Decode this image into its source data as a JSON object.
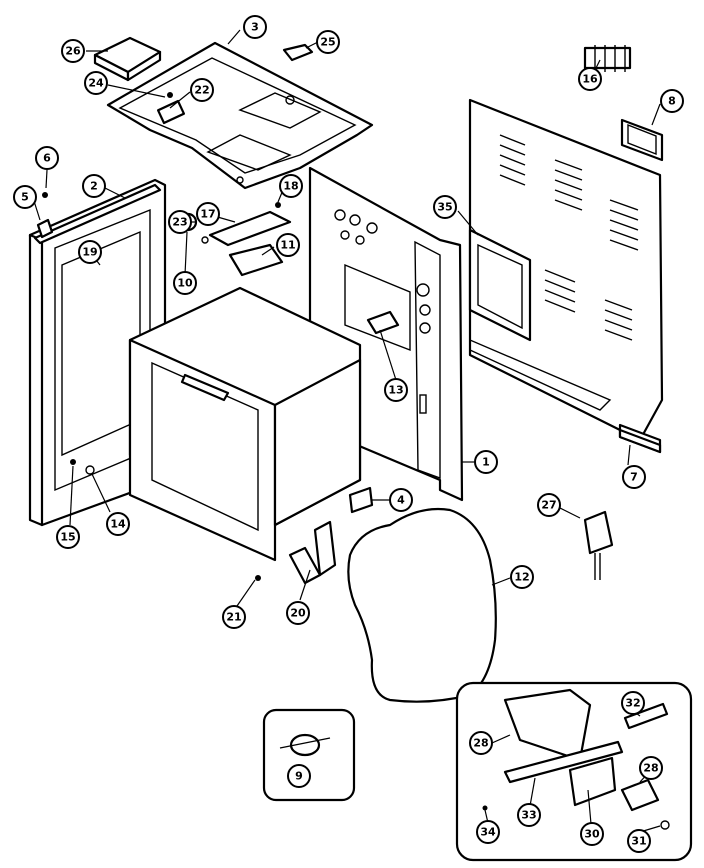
{
  "callouts": {
    "c1": "1",
    "c2": "2",
    "c3": "3",
    "c4": "4",
    "c5": "5",
    "c6": "6",
    "c7": "7",
    "c8": "8",
    "c9": "9",
    "c10": "10",
    "c11": "11",
    "c12": "12",
    "c13": "13",
    "c14": "14",
    "c15": "15",
    "c16": "16",
    "c17": "17",
    "c18": "18",
    "c19": "19",
    "c20": "20",
    "c21": "21",
    "c22": "22",
    "c23": "23",
    "c24": "24",
    "c25": "25",
    "c26": "26",
    "c27": "27",
    "c28a": "28",
    "c28b": "28",
    "c30": "30",
    "c31": "31",
    "c32": "32",
    "c33": "33",
    "c34": "34",
    "c35": "35"
  }
}
